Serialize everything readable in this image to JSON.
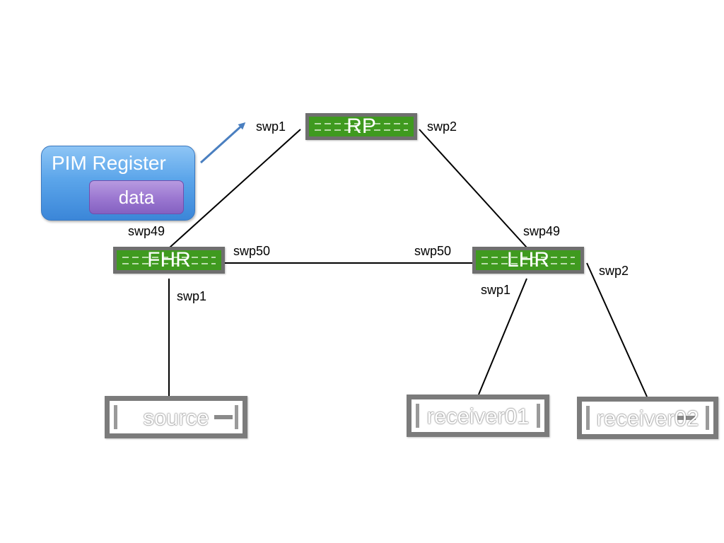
{
  "packet": {
    "title": "PIM Register",
    "payload": "data"
  },
  "switches": {
    "rp": "RP",
    "fhr": "FHR",
    "lhr": "LHR"
  },
  "hosts": {
    "source": "source",
    "receiver01": "receiver01",
    "receiver02": "receiver02"
  },
  "ports": {
    "rp_swp1": "swp1",
    "rp_swp2": "swp2",
    "fhr_swp49": "swp49",
    "fhr_swp50": "swp50",
    "fhr_swp1": "swp1",
    "lhr_swp50": "swp50",
    "lhr_swp49": "swp49",
    "lhr_swp1": "swp1",
    "lhr_swp2": "swp2"
  },
  "colors": {
    "switch_fill": "#3f9a1f",
    "switch_border": "#6f6f6f",
    "host_border": "#7b7b7b",
    "packet_fill": "#5ba5ea",
    "payload_fill": "#9a76d0",
    "arrow": "#4a7fc0"
  }
}
